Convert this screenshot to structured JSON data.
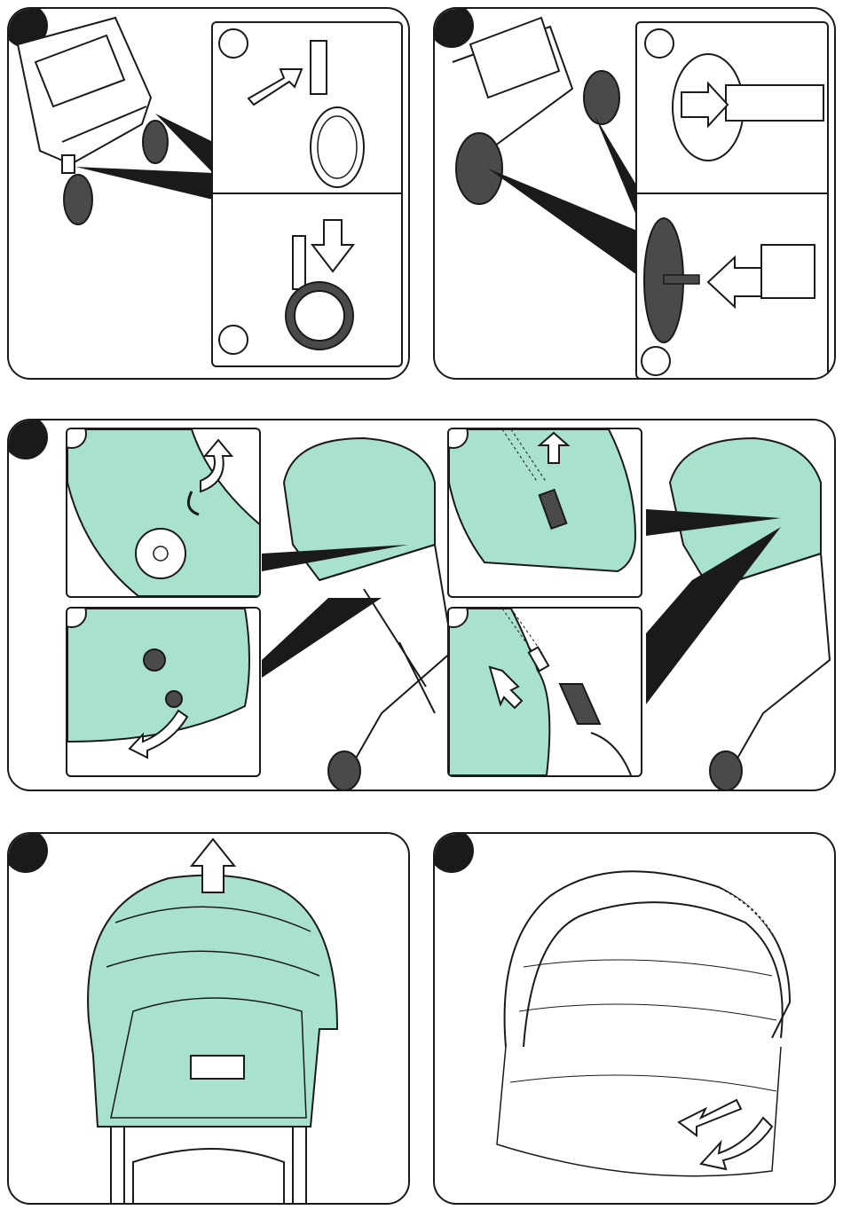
{
  "page": {
    "steps": [
      {
        "id": "step-1",
        "sub_steps": [
          "a",
          "b"
        ]
      },
      {
        "id": "step-2",
        "sub_steps": [
          "a",
          "b"
        ]
      },
      {
        "id": "step-3",
        "sub_steps": [
          "a",
          "b",
          "c",
          "d"
        ]
      },
      {
        "id": "step-4",
        "sub_steps": []
      },
      {
        "id": "step-5",
        "sub_steps": []
      }
    ]
  },
  "colors": {
    "canopy_fabric": "#a8e2cc",
    "outline": "#1a1a1a",
    "wheel": "#4a4a4a",
    "background": "#ffffff"
  },
  "icons": [
    "arrow-up-right-icon",
    "arrow-down-icon",
    "arrow-right-icon",
    "arrow-left-icon",
    "arrow-up-icon",
    "arrow-curved-icon"
  ]
}
